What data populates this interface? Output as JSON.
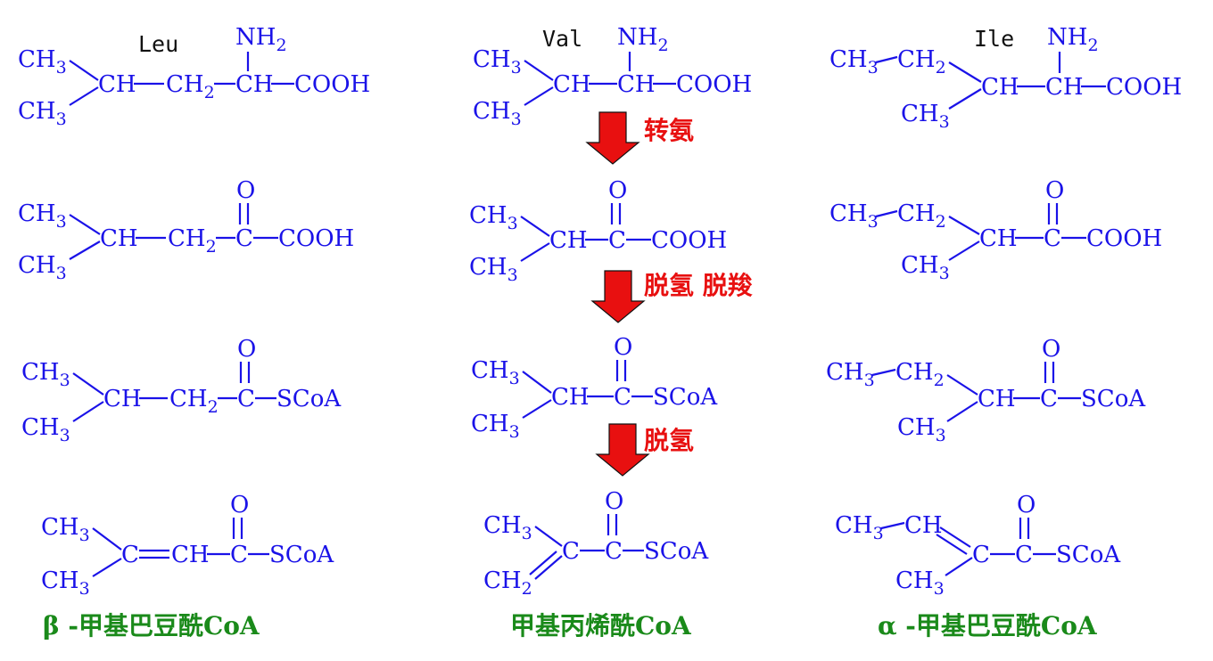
{
  "amino_acids": {
    "leu": "Leu",
    "val": "Val",
    "ile": "Ile"
  },
  "atoms": {
    "CH": "CH",
    "C": "C",
    "COOH": "COOH",
    "SCoA": "SCoA",
    "O": "O",
    "NH": "NH",
    "CH3_main": "CH",
    "CH2_main": "CH",
    "n3": "3",
    "n2": "2",
    "eq": "="
  },
  "steps": {
    "transamination": "转氨",
    "dehydrogenation_decarboxylation": "脱氢 脱羧",
    "dehydrogenation": "脱氢"
  },
  "products": {
    "leu": "β -甲基巴豆酰CoA",
    "val": "甲基丙烯酰CoA",
    "ile": "α -甲基巴豆酰CoA"
  },
  "colors": {
    "formula": "#1a12e8",
    "step": "#e81010",
    "product": "#1a8a1a",
    "arrow": "#e81010"
  },
  "icons": {
    "arrow": "down-arrow-icon"
  }
}
